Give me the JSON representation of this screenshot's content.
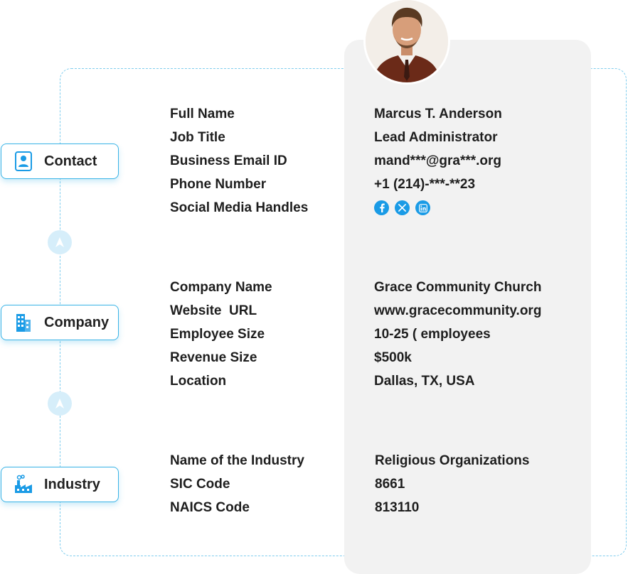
{
  "sections": {
    "contact": {
      "label": "Contact",
      "fields": [
        {
          "label": "Full Name",
          "value": "Marcus T. Anderson"
        },
        {
          "label": "Job Title",
          "value": "Lead Administrator"
        },
        {
          "label": "Business Email ID",
          "value": "mand***@gra***.org"
        },
        {
          "label": "Phone Number",
          "value": "+1 (214)-***-**23"
        },
        {
          "label": "Social Media Handles",
          "value": ""
        }
      ],
      "socials": [
        {
          "icon": "facebook-icon"
        },
        {
          "icon": "x-twitter-icon"
        },
        {
          "icon": "linkedin-icon"
        }
      ]
    },
    "company": {
      "label": "Company",
      "fields": [
        {
          "label": "Company Name",
          "value": "Grace Community Church"
        },
        {
          "label": "Website  URL",
          "value": "www.gracecommunity.org"
        },
        {
          "label": "Employee Size",
          "value": "10-25 ( employees"
        },
        {
          "label": "Revenue Size",
          "value": "$500k"
        },
        {
          "label": "Location",
          "value": "Dallas, TX, USA"
        }
      ]
    },
    "industry": {
      "label": "Industry",
      "fields": [
        {
          "label": "Name of the Industry",
          "value": "Religious Organizations"
        },
        {
          "label": "SIC Code",
          "value": "8661"
        },
        {
          "label": "NAICS Code",
          "value": "813110"
        }
      ]
    }
  },
  "colors": {
    "accent": "#39b3e6",
    "social": "#1a9be6",
    "panel": "#f2f2f2",
    "connector": "#d6eefa"
  }
}
